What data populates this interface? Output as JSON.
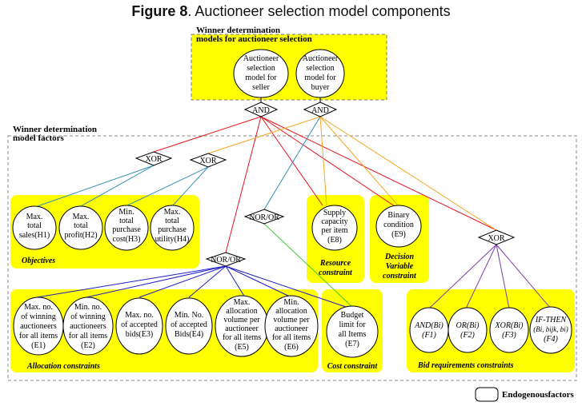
{
  "figure": {
    "number": "Figure 8",
    "caption": "Auctioneer selection model components"
  },
  "top_group": {
    "label_line1": "Winner determination",
    "label_line2": "models for auctioneer selection",
    "seller": [
      "Auctioneer",
      "selection",
      "model for",
      "seller"
    ],
    "buyer": [
      "Auctioneer",
      "selection",
      "model for",
      "buyer"
    ]
  },
  "factors_group": {
    "label_line1": "Winner determination",
    "label_line2": "model factors"
  },
  "gates": {
    "and1": "AND",
    "and2": "AND",
    "xor_a": "XOR",
    "xor_b": "XOR",
    "nor_or_mid": "NOR/OR",
    "nor_or_low": "NOR/OR",
    "xor_right": "XOR"
  },
  "objectives": {
    "caption": "Objectives",
    "items": [
      [
        "Max.",
        "total",
        "sales(H1)"
      ],
      [
        "Max.",
        "total",
        "profit(H2)"
      ],
      [
        "Min.",
        "total",
        "purchase",
        "cost(H3)"
      ],
      [
        "Max.",
        "total",
        "purchase",
        "utility(H4)"
      ]
    ]
  },
  "resource": {
    "caption": [
      "Resource",
      "constraint"
    ],
    "item": [
      "Supply",
      "capacity",
      "per item",
      "(E8)"
    ]
  },
  "decision": {
    "caption": [
      "Decision",
      "Variable",
      "constraint"
    ],
    "item": [
      "Binary",
      "condition",
      "(E9)"
    ]
  },
  "allocation": {
    "caption": "Allocation constraints",
    "items": [
      [
        "Max. no.",
        "of winning",
        "auctioneers",
        "for all items",
        "(E1)"
      ],
      [
        "Min. no.",
        "of winning",
        "auctioneers",
        "for all items",
        "(E2)"
      ],
      [
        "Max. no.",
        "of accepted",
        "bids(E3)"
      ],
      [
        "Min. No.",
        "of accepted",
        "Bids(E4)"
      ],
      [
        "Max.",
        "allocation",
        "volume per",
        "auctioneer",
        "for all items",
        "(E5)"
      ],
      [
        "Min.",
        "allocation",
        "volume per",
        "auctioneer",
        "for all items",
        "(E6)"
      ]
    ]
  },
  "cost": {
    "caption": "Cost constraint",
    "item": [
      "Budget",
      "limit for",
      "all Items",
      "(E7)"
    ]
  },
  "bid": {
    "caption": "Bid requirements constraints",
    "items": [
      [
        "AND(Bi)",
        "(F1)"
      ],
      [
        "OR(Bi)",
        "(F2)"
      ],
      [
        "XOR(Bi)",
        "(F3)"
      ],
      [
        "IF-THEN",
        "(Bi, bijk, bi)",
        "(F4)"
      ]
    ]
  },
  "legend": {
    "label": "Endogenousfactors"
  },
  "colors": {
    "highlight": "#ffff00",
    "red": "#e8141e",
    "orange": "#f5a623",
    "teal": "#2f8fb5",
    "green": "#3ec93e",
    "blue": "#1c1cc8",
    "purple": "#7b3fa8"
  }
}
